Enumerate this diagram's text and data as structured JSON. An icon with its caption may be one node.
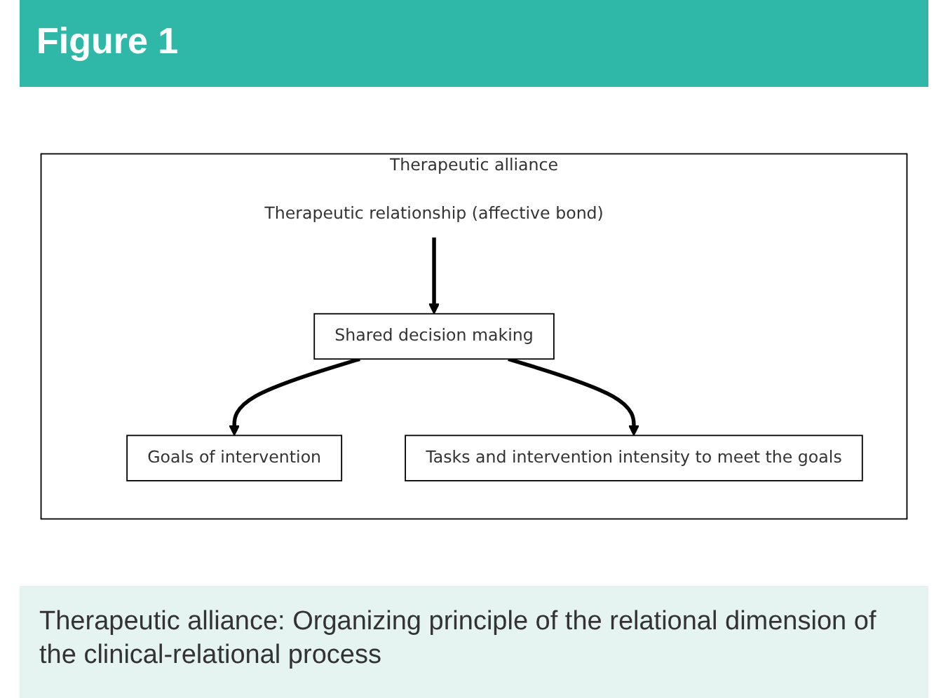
{
  "diagram": {
    "title": "Figure 1",
    "caption": "Therapeutic alliance: Organizing principle of the relational dimension of the clinical-relational process",
    "nodes": [
      {
        "text": [
          "Therapeutic alliance"
        ]
      },
      {
        "text": [
          "Therapeutic relationship (affective bond)"
        ],
        "in": 0
      },
      {
        "text": [
          "Shared decision making"
        ],
        "in": 0
      },
      {
        "text": [
          "Goals of intervention"
        ],
        "in": 0
      },
      {
        "text": [
          "Tasks and intervention intensity to meet the goals"
        ],
        "in": 0
      }
    ],
    "edges": [
      {
        "from": 1,
        "to": 2,
        "arrow": "to"
      },
      {
        "from": 2,
        "to": 3,
        "arrow": "to"
      },
      {
        "from": 2,
        "to": 4,
        "arrow": "to"
      }
    ]
  }
}
